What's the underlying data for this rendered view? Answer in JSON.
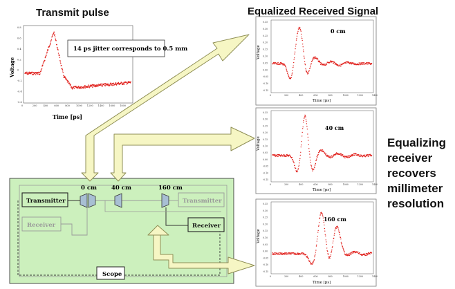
{
  "title_transmit": "Transmit pulse",
  "title_equalized": "Equalized Received Signal",
  "side_note": [
    "Equalizing",
    "receiver",
    "recovers",
    "millimeter",
    "resolution"
  ],
  "transmit_plot": {
    "annotation": "14 ps jitter corresponds to 0.5 mm",
    "ylabel": "Voltage",
    "xlabel": "Time [ps]",
    "xticks": [
      "0",
      "200",
      "400",
      "600",
      "800",
      "1000",
      "1200",
      "1400",
      "1600",
      "1800",
      "2000"
    ],
    "yticks": [
      "0.8",
      "0.6",
      "0.4",
      "0.2",
      "0",
      "-0.2",
      "-0.4",
      "-0.6"
    ]
  },
  "received_plots": [
    {
      "label": "0 cm",
      "ylabel": "Voltage",
      "xlabel": "Time [ps]"
    },
    {
      "label": "40 cm",
      "ylabel": "Voltage",
      "xlabel": "Time [ps]"
    },
    {
      "label": "160 cm",
      "ylabel": "Voltage",
      "xlabel": "Time [ps]"
    }
  ],
  "received_xticks": [
    "0",
    "200",
    "400",
    "600",
    "800",
    "1000",
    "1200",
    "1400"
  ],
  "received_yticks": [
    "0.35",
    "0.30",
    "0.25",
    "0.20",
    "0.15",
    "0.10",
    "0.05",
    "0.00",
    "-0.05",
    "-0.10",
    "-0.15"
  ],
  "setup": {
    "distances": [
      "0 cm",
      "40 cm",
      "160 cm"
    ],
    "transmitter_active": "Transmitter",
    "transmitter_inactive": "Transmitter",
    "receiver_inactive": "Receiver",
    "receiver_active": "Receiver",
    "scope": "Scope"
  },
  "colors": {
    "panel_bg": "#ccf0bd",
    "arrow_fill": "#f6f6c4",
    "arrow_stroke": "#8f8f56",
    "data": "#e0201c",
    "coupler": "#a8bfd3"
  }
}
